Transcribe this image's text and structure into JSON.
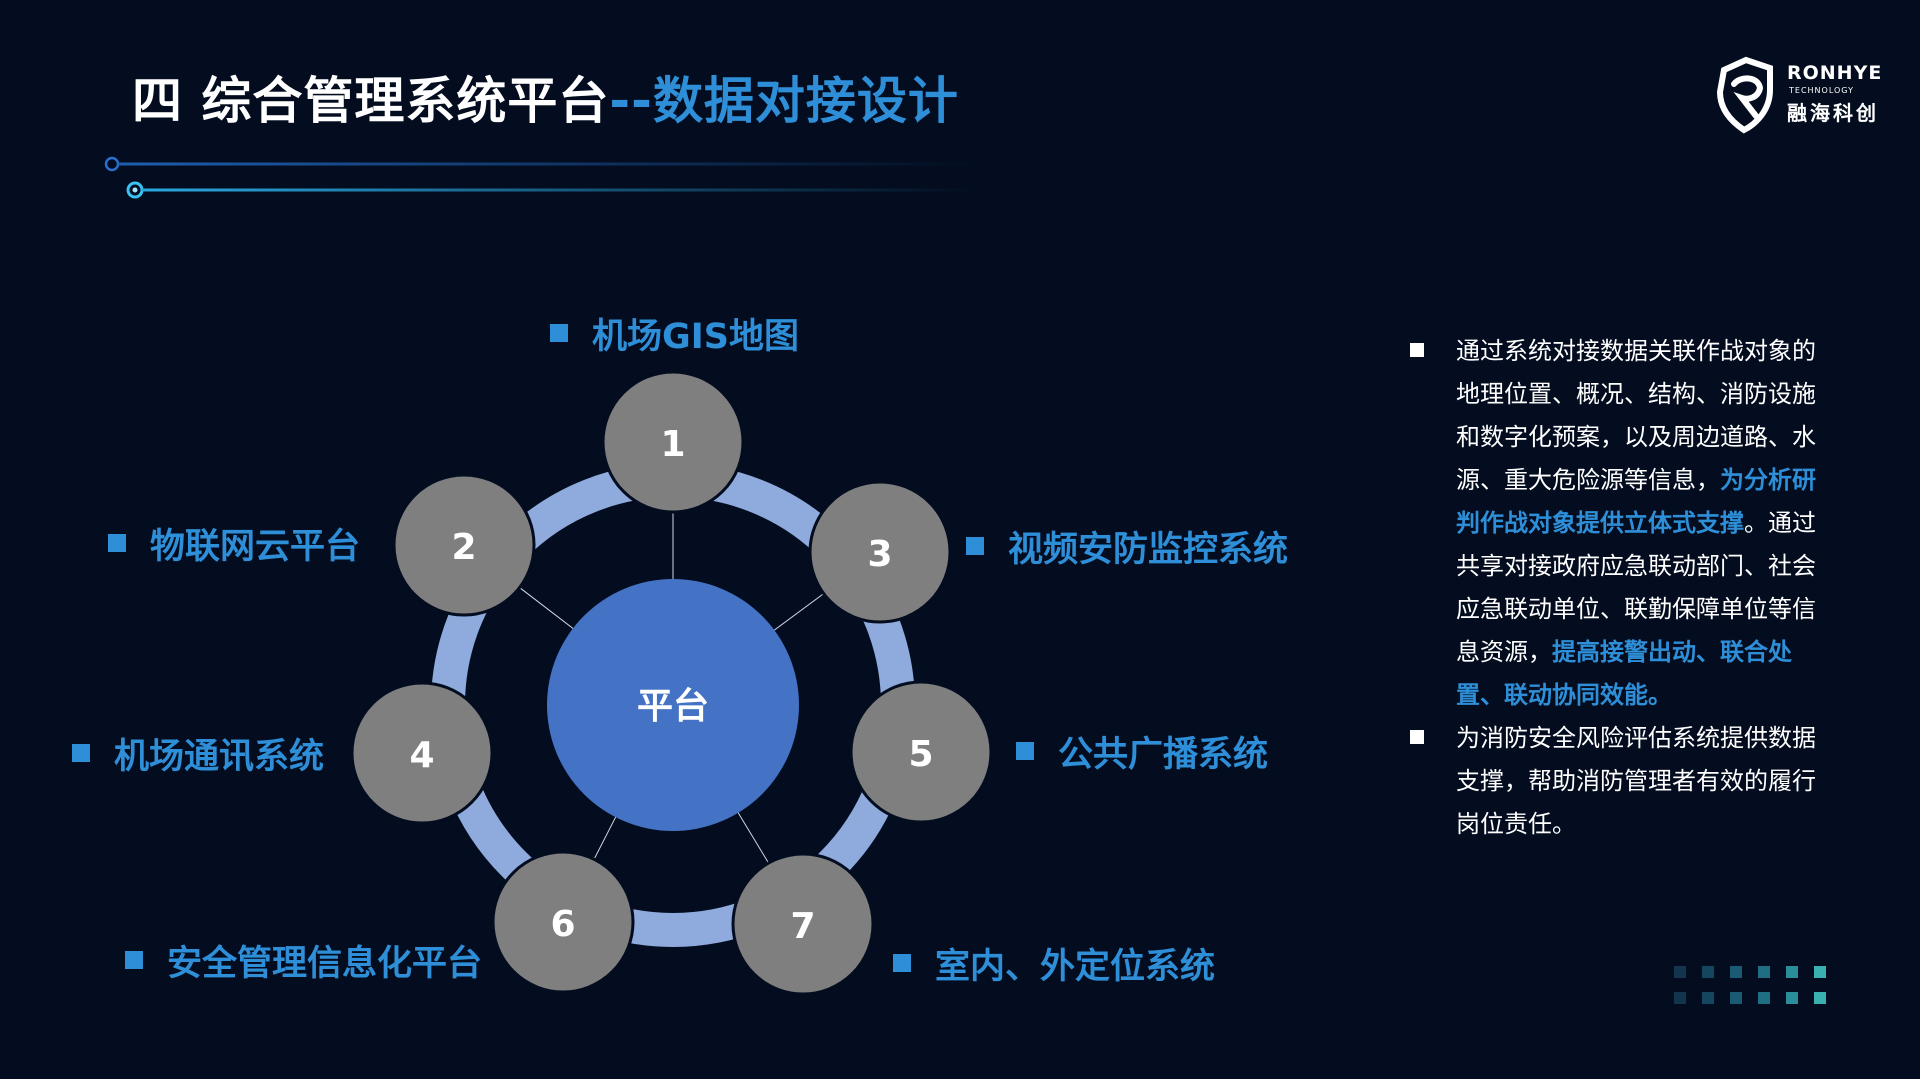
{
  "header": {
    "title_main": "四 综合管理系统平台",
    "title_sep": "--",
    "title_sub": "数据对接设计"
  },
  "logo": {
    "name_en": "RONHYE",
    "tagline": "TECHNOLOGY",
    "name_cn": "融海科创"
  },
  "diagram": {
    "center_label": "平台",
    "nodes": [
      {
        "number": "1",
        "label": "机场GIS地图"
      },
      {
        "number": "2",
        "label": "物联网云平台"
      },
      {
        "number": "3",
        "label": "视频安防监控系统"
      },
      {
        "number": "4",
        "label": "机场通讯系统"
      },
      {
        "number": "5",
        "label": "公共广播系统"
      },
      {
        "number": "6",
        "label": "安全管理信息化平台"
      },
      {
        "number": "7",
        "label": "室内、外定位系统"
      }
    ]
  },
  "description": {
    "bullet1": {
      "part1": "通过系统对接数据关联作战对象的地理位置、概况、结构、消防设施和数字化预案，以及周边道路、水源、重大危险源等信息，",
      "highlight1": "为分析研判作战对象提供立体式支撑",
      "part2": "。通过共享对接政府应急联动部门、社会应急联动单位、联勤保障单位等信息资源，",
      "highlight2": "提高接警出动、联合处置、联动协同效能。"
    },
    "bullet2": {
      "text": "为消防安全风险评估系统提供数据支撑，帮助消防管理者有效的履行岗位责任。"
    }
  },
  "colors": {
    "background": "#030d1f",
    "accent": "#2e8fd8",
    "ring": "#8faadc",
    "node_fill": "#7f7f7f",
    "center_fill": "#4472c4"
  }
}
